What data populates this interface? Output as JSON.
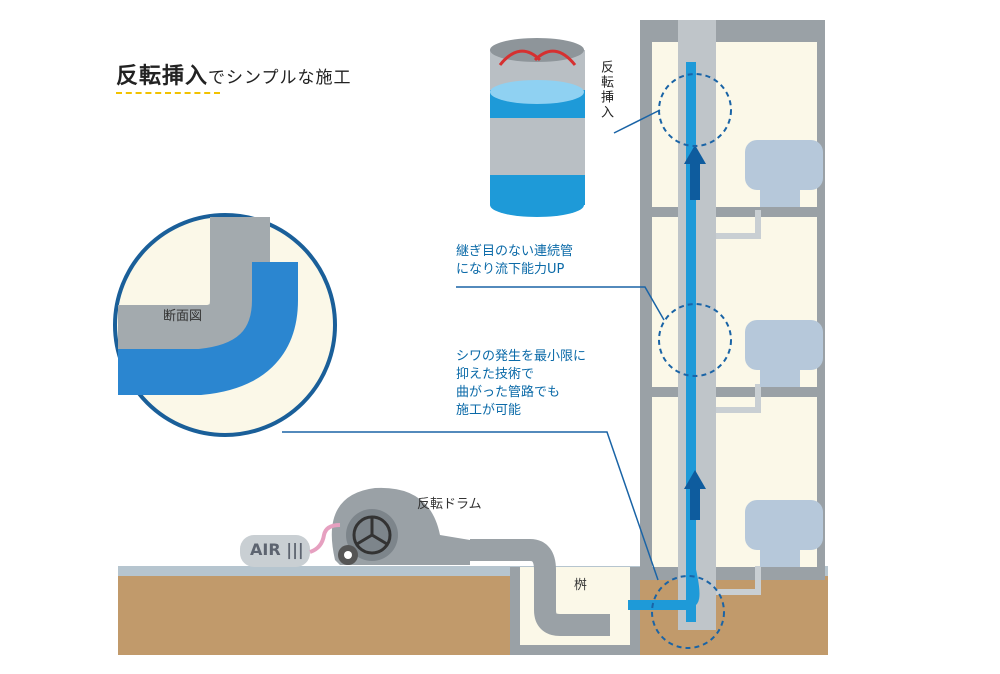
{
  "title": {
    "main": "反転挿入",
    "sub": "でシンプルな施工"
  },
  "labels": {
    "reverse_insert": "反転挿入",
    "seamless_pipe": "継ぎ目のない連続管\nになり流下能力UP",
    "wrinkle": "シワの発生を最小限に\n抑えた技術で\n曲がった管路でも\n施工が可能",
    "cross_section": "断面図",
    "drum": "反転ドラム",
    "air": "AIR |||",
    "pit": "桝"
  },
  "colors": {
    "pipe_blue": "#1e9ad8",
    "liner_blue": "#2b86d0",
    "wall_gray": "#9aa1a6",
    "ground": "#c19a6b",
    "interior": "#fbf8e8",
    "arrow": "#0e5c9e"
  },
  "icons": [
    "up-arrow-icon",
    "valve-wheel-icon",
    "turnover-arrows-icon"
  ]
}
